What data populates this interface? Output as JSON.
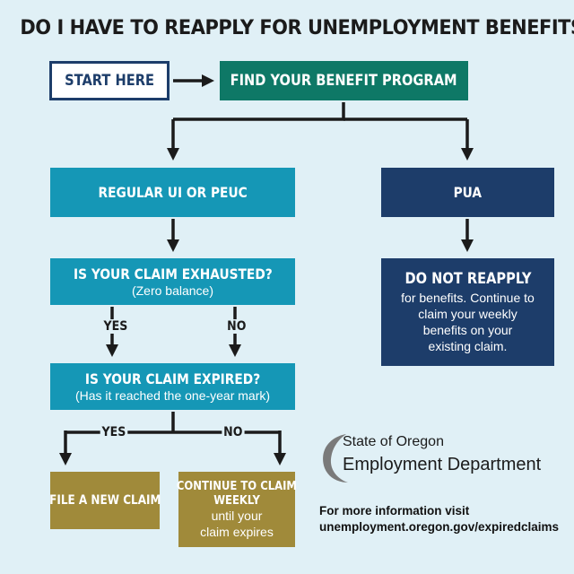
{
  "title": "DO I HAVE TO REAPPLY FOR UNEMPLOYMENT BENEFITS?",
  "start": "START HERE",
  "find": "FIND YOUR BENEFIT PROGRAM",
  "regular": "REGULAR UI OR PEUC",
  "pua": "PUA",
  "exhausted": {
    "heading": "IS YOUR CLAIM EXHAUSTED?",
    "sub": "(Zero balance)"
  },
  "expired": {
    "heading": "IS YOUR CLAIM EXPIRED?",
    "sub": "(Has it reached the one-year mark)"
  },
  "reapply": {
    "heading": "DO NOT REAPPLY",
    "lines": [
      "for benefits. Continue to",
      "claim your weekly",
      "benefits on your",
      "existing claim."
    ]
  },
  "file_new": "FILE A NEW CLAIM",
  "continue": {
    "line1": "CONTINUE TO CLAIM",
    "line2": "WEEKLY",
    "sub1": "until your",
    "sub2": "claim expires"
  },
  "labels": {
    "yes": "YES",
    "no": "NO"
  },
  "logo": {
    "state": "State of Oregon",
    "dept": "Employment Department"
  },
  "info": {
    "line1": "For more information visit",
    "line2": "unemployment.oregon.gov/expiredclaims"
  },
  "colors": {
    "background": "#e0f0f6",
    "navy": "#1d3d6a",
    "teal": "#1597b6",
    "green": "#0e7866",
    "gold": "#a08a3a",
    "arrow": "#1b1b1b"
  }
}
